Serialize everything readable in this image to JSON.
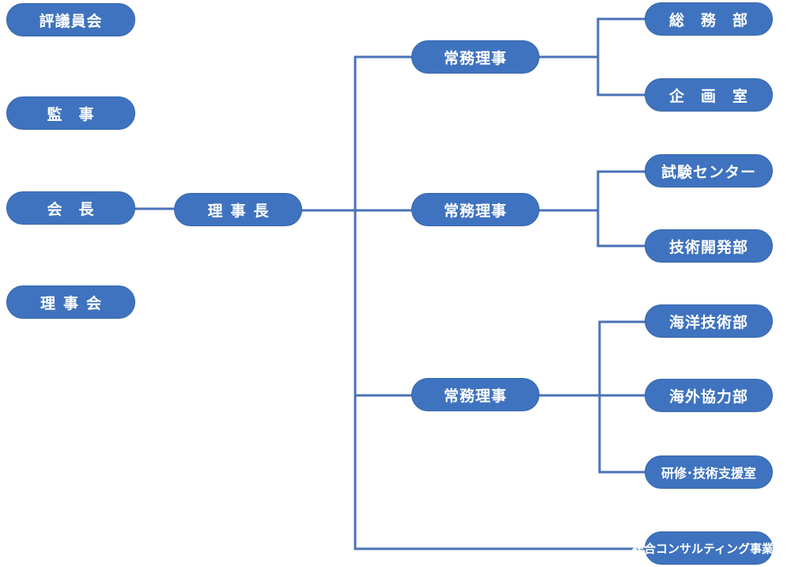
{
  "left_nodes": {
    "councillors": "評議員会",
    "auditor": "監　事",
    "chairman": "会　長",
    "board": "理事会"
  },
  "president": "理事長",
  "executive_directors": [
    "常務理事",
    "常務理事",
    "常務理事"
  ],
  "departments": {
    "general_affairs": "総　務　部",
    "planning": "企　画　室",
    "testing_center": "試験センター",
    "technology_development": "技術開発部",
    "ocean_technology": "海洋技術部",
    "overseas_cooperation": "海外協力部",
    "training_support": "研修･技術支援室",
    "consulting": "総合コンサルティング事業室"
  },
  "colors": {
    "node_fill": "#3f73bf",
    "line": "#4a72b7",
    "text": "#ffffff"
  }
}
